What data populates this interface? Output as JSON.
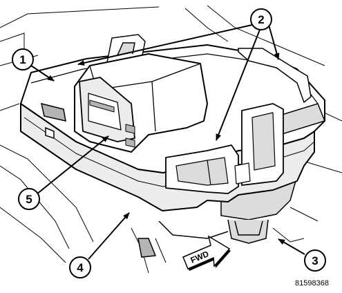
{
  "diagram": {
    "callouts": [
      {
        "id": "callout-1",
        "label": "1"
      },
      {
        "id": "callout-2",
        "label": "2"
      },
      {
        "id": "callout-3",
        "label": "3"
      },
      {
        "id": "callout-4",
        "label": "4"
      },
      {
        "id": "callout-5",
        "label": "5"
      }
    ],
    "direction_label": "FWD",
    "figure_id": "81598368",
    "colors": {
      "line": "#000000",
      "background": "#ffffff",
      "shade": "#dcdcdc",
      "dark_shade": "#b4b4b4"
    }
  }
}
